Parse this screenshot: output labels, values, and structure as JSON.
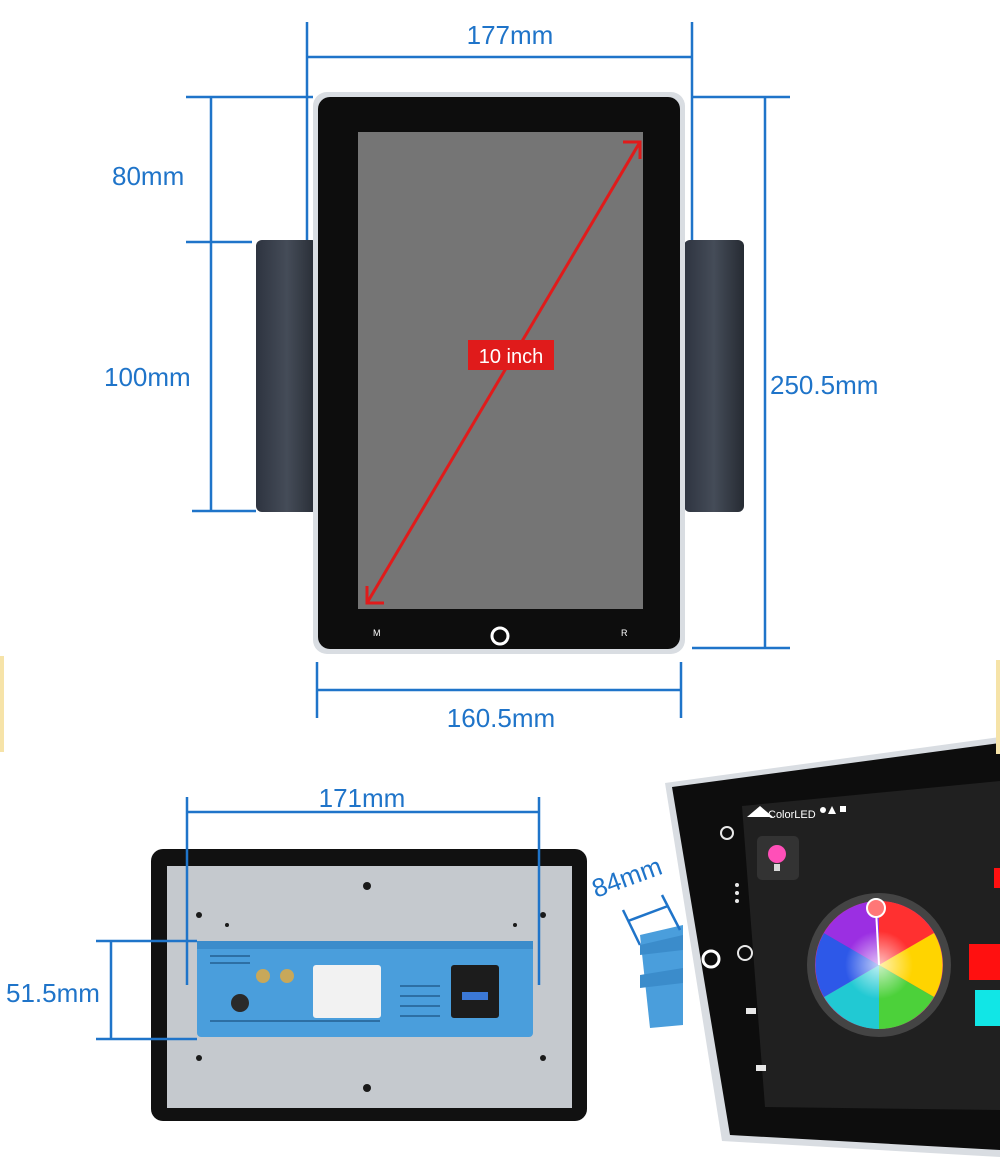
{
  "front_view": {
    "width_top": "177mm",
    "width_bottom": "160.5mm",
    "height_total": "250.5mm",
    "height_upper": "80mm",
    "height_lower": "100mm",
    "diagonal": "10 inch",
    "button_left": "M",
    "button_right": "R"
  },
  "back_view": {
    "width": "171mm",
    "height": "51.5mm"
  },
  "side_view": {
    "depth": "84mm",
    "app_title": "ColorLED"
  },
  "colors": {
    "dimension": "#1f74c9",
    "diagonal": "#e01b1b",
    "bezel": "#0d0d0d",
    "screen": "#757575",
    "chassis": "#4a9edc"
  }
}
